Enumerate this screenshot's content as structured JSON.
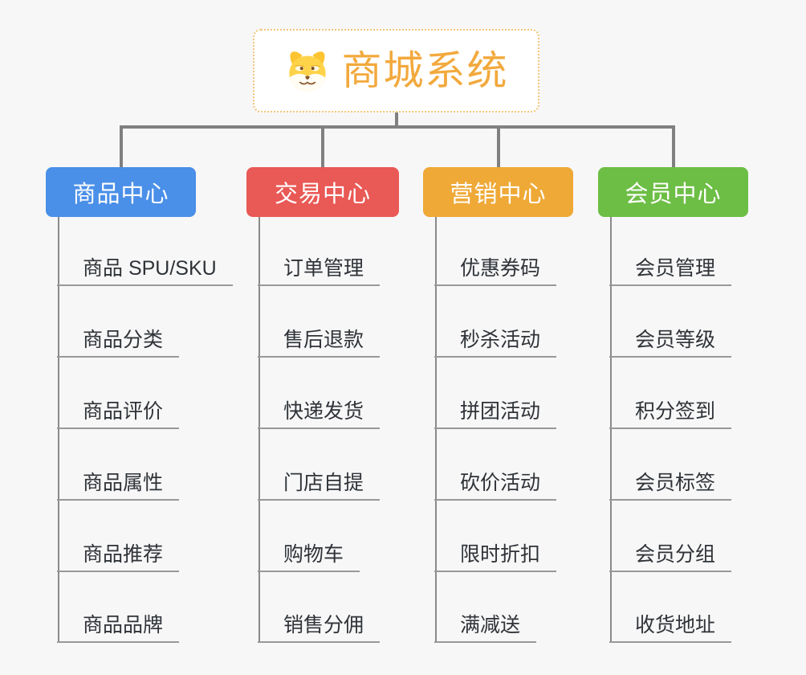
{
  "root": {
    "title": "商城系统",
    "icon": "dog-face-icon",
    "title_color": "#f2a93d",
    "border_color": "#f2c478"
  },
  "connector_color": "#808080",
  "underline_color": "#999999",
  "branches": [
    {
      "label": "商品中心",
      "color": "#4a8fe8",
      "children": [
        "商品 SPU/SKU",
        "商品分类",
        "商品评价",
        "商品属性",
        "商品推荐",
        "商品品牌"
      ]
    },
    {
      "label": "交易中心",
      "color": "#e95955",
      "children": [
        "订单管理",
        "售后退款",
        "快递发货",
        "门店自提",
        "购物车",
        "销售分佣"
      ]
    },
    {
      "label": "营销中心",
      "color": "#efa937",
      "children": [
        "优惠券码",
        "秒杀活动",
        "拼团活动",
        "砍价活动",
        "限时折扣",
        "满减送"
      ]
    },
    {
      "label": "会员中心",
      "color": "#6dbe45",
      "children": [
        "会员管理",
        "会员等级",
        "积分签到",
        "会员标签",
        "会员分组",
        "收货地址"
      ]
    }
  ]
}
